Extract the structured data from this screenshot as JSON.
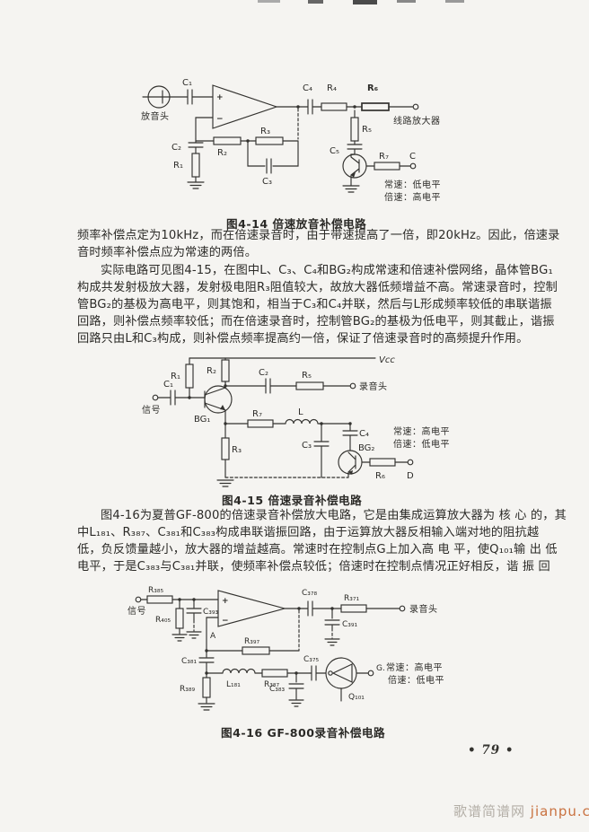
{
  "page": {
    "number": "• 79 •",
    "watermark_text": "歌谱简谱网",
    "watermark_site": "jianpu.cn",
    "paper_color": "#f5f4f1",
    "ink_color": "#2c2b28",
    "watermark_site_color": "#c9713f"
  },
  "paragraphs": {
    "p1": {
      "lines": [
        "频率补偿点定为10kHz，而在倍速录音时，由于带速提高了一倍，即20kHz。因此，倍速录",
        "音时频率补偿点应为常速的两倍。"
      ]
    },
    "p2": {
      "lines": [
        "实际电路可见图4-15，在图中L、C₃、C₄和BG₂构成常速和倍速补偿网络，晶体管BG₁",
        "构成共发射极放大器，发射极电阻R₃阻值较大，故放大器低频增益不高。常速录音时，控制",
        "管BG₂的基极为高电平，则其饱和，相当于C₃和C₄并联，然后与L形成频率较低的串联谐振",
        "回路，则补偿点频率较低；而在倍速录音时，控制管BG₂的基极为低电平，则其截止，谐振",
        "回路只由L和C₃构成，则补偿点频率提高约一倍，保证了倍速录音时的高频提升作用。"
      ]
    },
    "p3": {
      "lines": [
        "图4-16为夏普GF-800的倍速录音补偿放大电路，它是由集成运算放大器为 核 心 的，其",
        "中L₁₈₁、R₃₈₇、C₃₈₁和C₃₈₃构成串联谐振回路，由于运算放大器反相输入端对地的阻抗越",
        "低，负反馈量越小，放大器的增益越高。常速时在控制点G上加入高 电 平，使Q₁₀₁输 出 低",
        "电平，于是C₃₈₃与C₃₈₁并联，使频率补偿点较低；倍速时在控制点情况正好相反，谐 振 回"
      ]
    }
  },
  "figures": {
    "fig14": {
      "caption": "图4-14 倍速放音补偿电路",
      "labels": {
        "head": "放音头",
        "c1": "C₁",
        "plus": "+",
        "minus": "−",
        "c2": "C₂",
        "r1": "R₁",
        "r2": "R₂",
        "r3": "R₃",
        "c3": "C₃",
        "c4": "C₄",
        "r4": "R₄",
        "r6": "R₆",
        "line_amp": "线路放大器",
        "r5": "R₅",
        "c5": "C₅",
        "r7": "R₇",
        "term_c": "C",
        "normal": "常速：低电平",
        "double": "倍速：高电平"
      }
    },
    "fig15": {
      "caption": "图4-15 倍速录音补偿电路",
      "labels": {
        "vcc": "Vcc",
        "signal": "信号",
        "c1": "C₁",
        "r1": "R₁",
        "bg1": "BG₁",
        "r2": "R₂",
        "c2": "C₂",
        "r5": "R₅",
        "rec_head": "录音头",
        "r3": "R₃",
        "r7": "R₇",
        "l": "L",
        "c3": "C₃",
        "c4": "C₄",
        "bg2": "BG₂",
        "r6": "R₆",
        "term_d": "D",
        "normal": "常速：高电平",
        "double": "倍速：低电平"
      }
    },
    "fig16": {
      "caption": "图4-16 GF-800录音补偿电路",
      "labels": {
        "signal": "信号",
        "r385": "R₃₈₅",
        "r405": "R₄₀₅",
        "c393": "C₃₉₃",
        "plus": "+",
        "minus": "−",
        "node_a": "A",
        "r397": "R₃₉₇",
        "c378": "C₃₇₈",
        "r371": "R₃₇₁",
        "rec_head": "录音头",
        "c391": "C₃₉₁",
        "c381": "C₃₈₁",
        "r389": "R₃₈₉",
        "l181": "L₁₈₁",
        "r387": "R₃₈₇",
        "c383": "C₃₈₃",
        "c375": "C₃₇₅",
        "q101": "Q₁₀₁",
        "term_g": "G.",
        "normal": "常速：高电平",
        "double": "倍速：低电平"
      }
    }
  }
}
